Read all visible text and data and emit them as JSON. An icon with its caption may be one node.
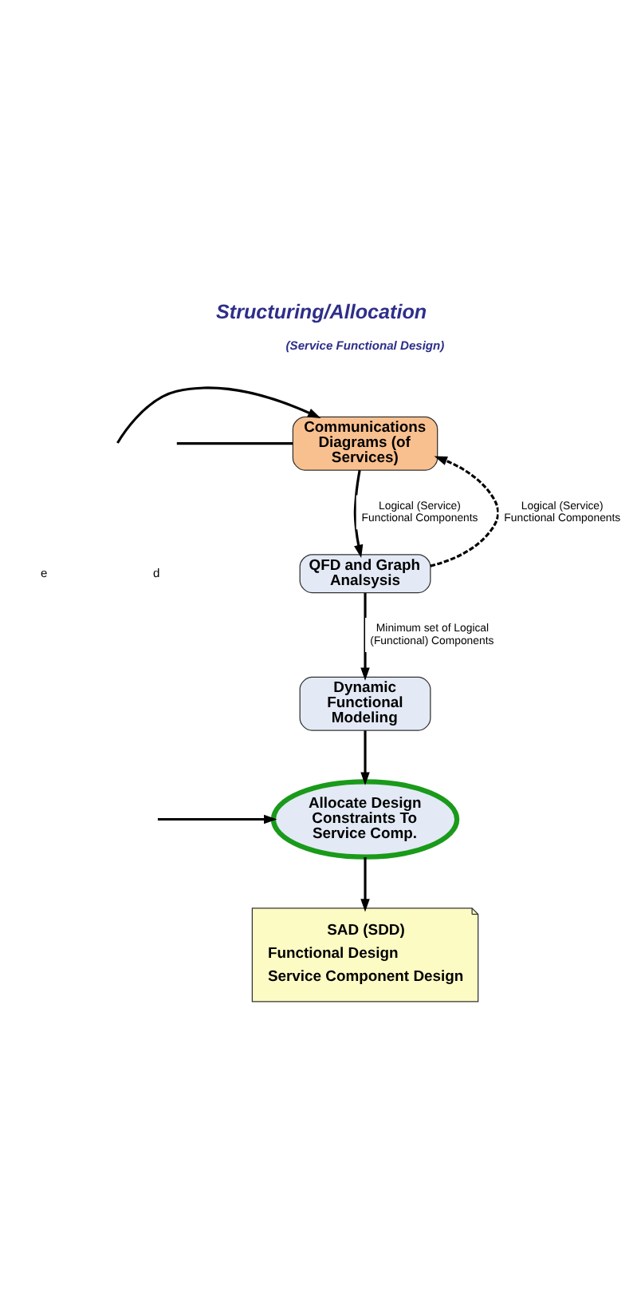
{
  "diagram": {
    "title": "Structuring/Allocation",
    "nodes": [
      {
        "text": [
          "Communications Diagrams (of Services)"
        ]
      },
      {
        "text": [
          "QFD and Graph Analsysis"
        ]
      },
      {
        "text": [
          "Dynamic Functional Modeling"
        ]
      },
      {
        "text": [
          "Allocate Design Constraints To Service Comp."
        ]
      },
      {
        "text": [
          "SAD (SDD)",
          "Functional Design",
          "Service Component Design"
        ]
      }
    ],
    "edges": [
      {
        "from": null,
        "to": 0,
        "arrow": "to"
      },
      {
        "from": null,
        "to": 0,
        "arrow": "none"
      },
      {
        "from": 0,
        "to": 1,
        "arrow": "to",
        "label": "Logical (Service) Functional Components"
      },
      {
        "from": 1,
        "to": 0,
        "arrow": "to",
        "style": "dashed",
        "label": "Logical (Service) Functional Components"
      },
      {
        "from": 1,
        "to": 2,
        "arrow": "to",
        "label": "Minimum set of Logical (Functional) Components"
      },
      {
        "from": 2,
        "to": 3,
        "arrow": "to"
      },
      {
        "from": null,
        "to": 3,
        "arrow": "to"
      },
      {
        "from": 3,
        "to": 4,
        "arrow": "to"
      }
    ],
    "labels": [
      "(Service Functional Design)",
      "e",
      "d"
    ]
  }
}
